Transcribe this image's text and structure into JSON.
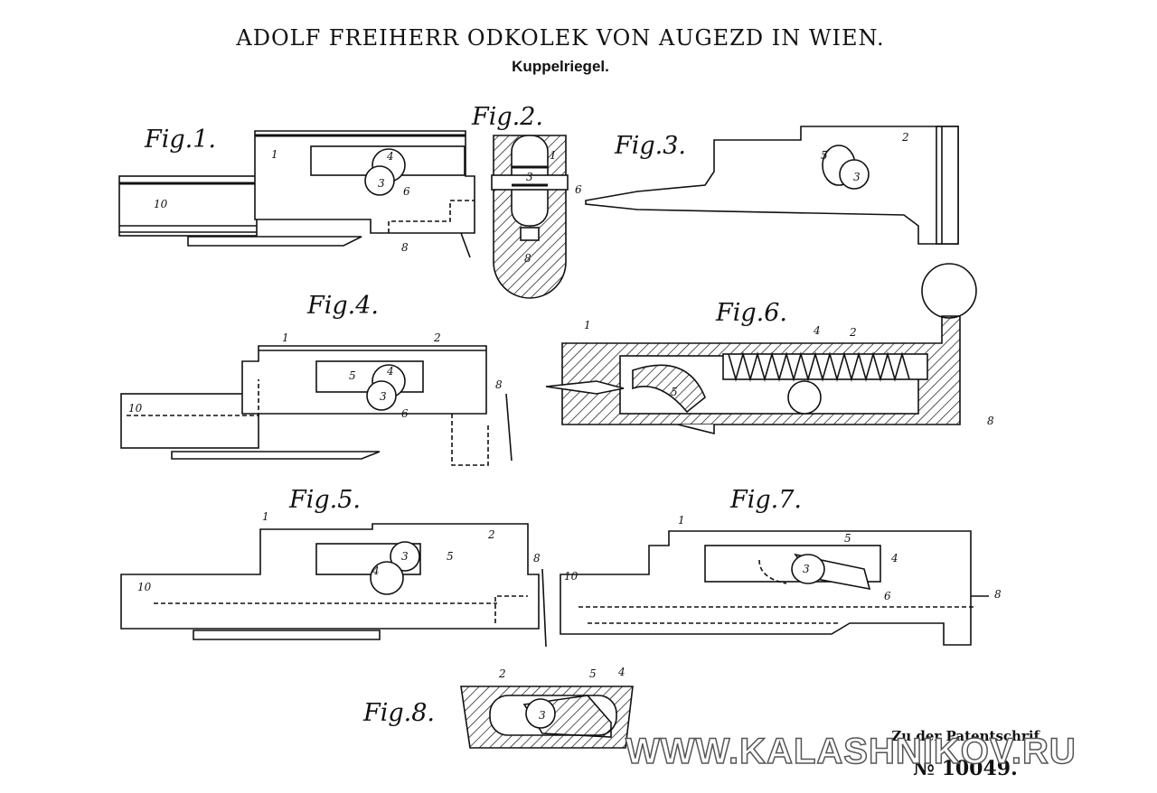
{
  "header": {
    "title": "ADOLF FREIHERR ODKOLEK VON AUGEZD IN WIEN.",
    "subtitle": "Kuppelriegel."
  },
  "figures": {
    "fig1": "Fig.1.",
    "fig2": "Fig.2.",
    "fig3": "Fig.3.",
    "fig4": "Fig.4.",
    "fig5": "Fig.5.",
    "fig6": "Fig.6.",
    "fig7": "Fig.7.",
    "fig8": "Fig.8."
  },
  "part_numbers": {
    "p1": "1",
    "p2": "2",
    "p3": "3",
    "p4": "4",
    "p5": "5",
    "p6": "6",
    "p8": "8",
    "p10": "10"
  },
  "footer": {
    "reference": "Zu der Patentschrif",
    "patent_no": "№ 10049."
  },
  "watermark": "WWW.KALASHNIKOV.RU"
}
